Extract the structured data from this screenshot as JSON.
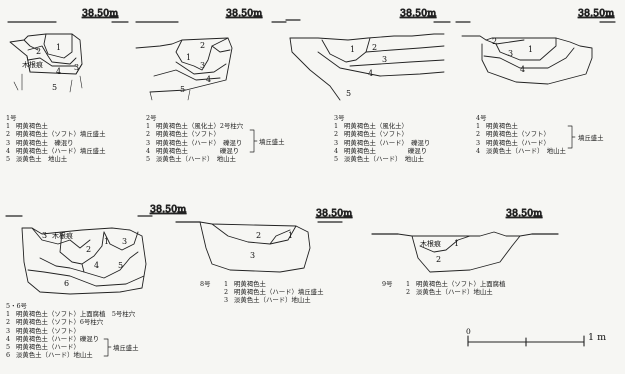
{
  "elevation": "38.50m",
  "scale_bar": {
    "start": "0",
    "end": "1 m"
  },
  "profiles": [
    {
      "id": "1",
      "title": "1号",
      "layer_numbers": [
        "1",
        "2",
        "3",
        "4",
        "5"
      ],
      "wood_label": "木根痕",
      "rows": [
        {
          "n": "1",
          "text": "明黄褐色土"
        },
        {
          "n": "2",
          "text": "明黄褐色土（ソフト）墳丘盛土"
        },
        {
          "n": "3",
          "text": "明黄褐色土　礫混り"
        },
        {
          "n": "4",
          "text": "明黄褐色土（ハード）墳丘盛土"
        },
        {
          "n": "5",
          "text": "淡黄色土　地山土"
        }
      ]
    },
    {
      "id": "2",
      "title": "2号",
      "layer_numbers": [
        "1",
        "2",
        "3",
        "4",
        "5"
      ],
      "rows": [
        {
          "n": "1",
          "text": "明黄褐色土（風化土）2号柱穴"
        },
        {
          "n": "2",
          "text": "明黄褐色土（ソフト）"
        },
        {
          "n": "3",
          "text": "明黄褐色土（ハード）　礫混り"
        },
        {
          "n": "4",
          "text": "明黄褐色土　　　　　礫混り"
        },
        {
          "n": "5",
          "text": "淡黄色土（ハード）　地山土"
        }
      ],
      "brace_text": "墳丘盛土"
    },
    {
      "id": "3",
      "title": "3号",
      "layer_numbers": [
        "1",
        "2",
        "3",
        "4",
        "5"
      ],
      "rows": [
        {
          "n": "1",
          "text": "明黄褐色土（風化土）"
        },
        {
          "n": "2",
          "text": "明黄褐色土（ソフト）"
        },
        {
          "n": "3",
          "text": "明黄褐色土（ハード）　礫混り"
        },
        {
          "n": "4",
          "text": "明黄褐色土　　　　　礫混り"
        },
        {
          "n": "5",
          "text": "淡黄色土（ハード）　地山土"
        }
      ]
    },
    {
      "id": "4",
      "title": "4号",
      "layer_numbers": [
        "1",
        "2",
        "3",
        "4"
      ],
      "rows": [
        {
          "n": "1",
          "text": "明黄褐色土"
        },
        {
          "n": "2",
          "text": "明黄褐色土（ソフト）"
        },
        {
          "n": "3",
          "text": "明黄褐色土（ハード）"
        },
        {
          "n": "4",
          "text": "淡黄色土（ハード）　地山土"
        }
      ],
      "brace_text": "墳丘盛土"
    },
    {
      "id": "5-6",
      "title": "5・6号",
      "layer_numbers": [
        "1",
        "2",
        "3",
        "4",
        "5",
        "6"
      ],
      "wood_label": "木根痕",
      "rows": [
        {
          "n": "1",
          "text": "明黄褐色土（ソフト）上面腐植　5号柱穴"
        },
        {
          "n": "2",
          "text": "明黄褐色土（ソフト）6号柱穴"
        },
        {
          "n": "3",
          "text": "明黄褐色土（ソフト）"
        },
        {
          "n": "4",
          "text": "明黄褐色土（ハード）礫混り"
        },
        {
          "n": "5",
          "text": "明黄褐色土（ハード）"
        },
        {
          "n": "6",
          "text": "淡黄色土（ハード）地山土"
        }
      ],
      "brace_text": "墳丘盛土"
    },
    {
      "id": "8",
      "title": "8号",
      "layer_numbers": [
        "1",
        "2",
        "3"
      ],
      "rows": [
        {
          "n": "1",
          "text": "明黄褐色土"
        },
        {
          "n": "2",
          "text": "明黄褐色土（ハード）墳丘盛土"
        },
        {
          "n": "3",
          "text": "淡黄色土（ハード）地山土"
        }
      ]
    },
    {
      "id": "9",
      "title": "9号",
      "layer_numbers": [
        "1",
        "2"
      ],
      "wood_label": "木根痕",
      "rows": [
        {
          "n": "1",
          "text": "明黄褐色土（ソフト）上面腐植"
        },
        {
          "n": "2",
          "text": "淡黄色土（ハード）地山土"
        }
      ]
    }
  ]
}
